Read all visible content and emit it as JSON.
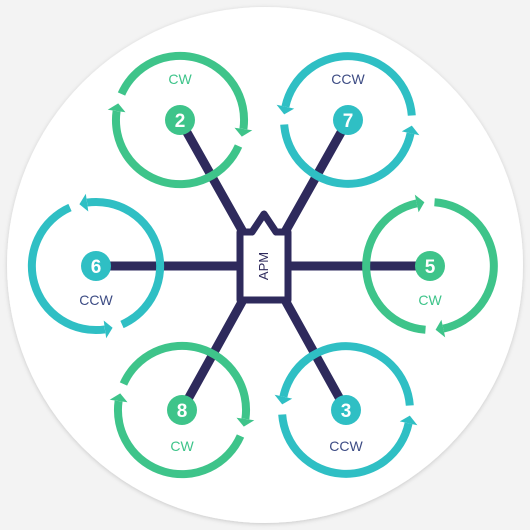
{
  "controller": {
    "label": "APM"
  },
  "colors": {
    "background": "#f3f3f3",
    "disc": "#ffffff",
    "frame": "#2e2a5c",
    "cw": "#3ec48a",
    "ccw": "#2fbfc4",
    "cw_text": "#3ec48a",
    "ccw_text": "#3d4c84"
  },
  "motors": [
    {
      "number": "2",
      "direction": "CW"
    },
    {
      "number": "7",
      "direction": "CCW"
    },
    {
      "number": "6",
      "direction": "CCW"
    },
    {
      "number": "5",
      "direction": "CW"
    },
    {
      "number": "8",
      "direction": "CW"
    },
    {
      "number": "3",
      "direction": "CCW"
    }
  ]
}
